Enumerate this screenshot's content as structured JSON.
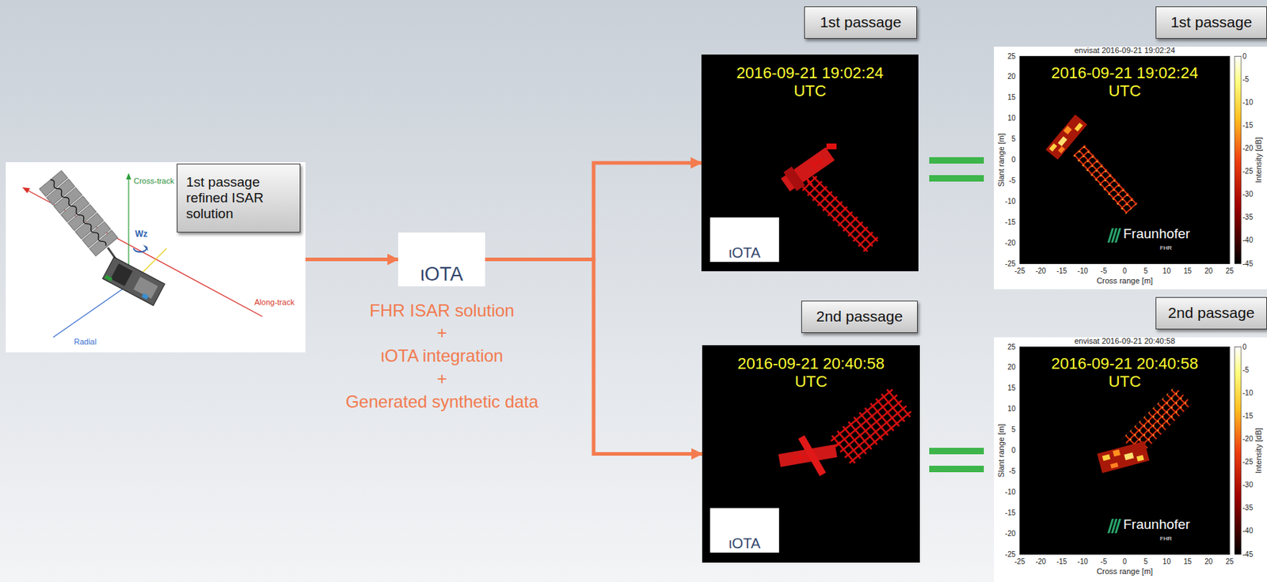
{
  "diagram": {
    "nodes": [
      {
        "text": [
          "Cross-track",
          "Wz",
          "Along-track",
          "Radial"
        ]
      },
      {
        "text": [
          "1st passage refined ISAR solution"
        ],
        "in": 0
      },
      {
        "text": [
          "ιOTA"
        ]
      },
      {
        "text": [
          "1st passage"
        ]
      },
      {
        "text": [
          "2016-09-21 19:02:24 UTC"
        ]
      },
      {
        "text": [
          "ιOTA"
        ],
        "in": 4
      },
      {
        "text": [
          "1st passage"
        ]
      },
      {
        "text": [
          "envisat 2016-09-21 19:02:24",
          "2016-09-21 19:02:24 UTC",
          "Slant range [m]",
          "Cross range [m]",
          "Intensity [dB]",
          "Fraunhofer",
          "FHR",
          "25",
          "20",
          "15",
          "10",
          "5",
          "0",
          "-5",
          "-10",
          "-15",
          "-20",
          "-25",
          "-25",
          "-20",
          "-15",
          "-10",
          "-5",
          "0",
          "5",
          "10",
          "15",
          "20",
          "25",
          "0",
          "-5",
          "-10",
          "-15",
          "-20",
          "-25",
          "-30",
          "-35",
          "-40",
          "-45"
        ]
      },
      {
        "text": [
          "2nd passage"
        ]
      },
      {
        "text": [
          "2016-09-21 20:40:58 UTC"
        ]
      },
      {
        "text": [
          "ιOTA"
        ],
        "in": 9
      },
      {
        "text": [
          "2nd passage"
        ]
      },
      {
        "text": [
          "envisat 2016-09-21 20:40:58",
          "2016-09-21 20:40:58 UTC",
          "Slant range [m]",
          "Cross range [m]",
          "Intensity [dB]",
          "Fraunhofer",
          "FHR",
          "25",
          "20",
          "15",
          "10",
          "5",
          "0",
          "-5",
          "-10",
          "-15",
          "-20",
          "-25",
          "-25",
          "-20",
          "-15",
          "-10",
          "-5",
          "0",
          "5",
          "10",
          "15",
          "20",
          "25",
          "0",
          "-5",
          "-10",
          "-15",
          "-20",
          "-25",
          "-30",
          "-35",
          "-40",
          "-45"
        ]
      }
    ],
    "edges": [
      {
        "from": 0,
        "to": 2,
        "arrow": "to"
      },
      {
        "from": 2,
        "to": 4,
        "arrow": "to"
      },
      {
        "from": 2,
        "to": 9,
        "arrow": "to"
      }
    ],
    "labels": [
      "FHR ISAR solution",
      "+",
      "ιOTA integration",
      "+",
      "Generated synthetic data"
    ]
  }
}
